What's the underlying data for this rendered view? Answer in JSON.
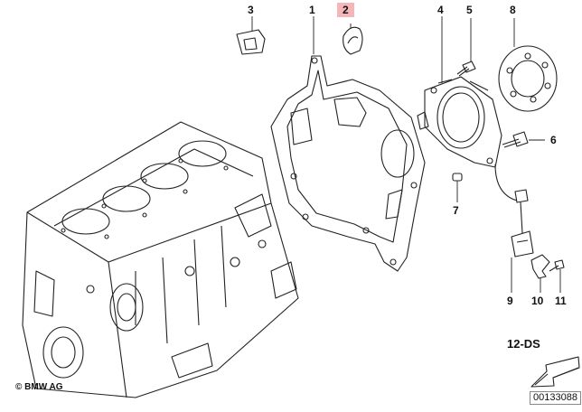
{
  "diagram": {
    "callouts": [
      {
        "id": "1",
        "label": "1"
      },
      {
        "id": "2",
        "label": "2",
        "selected": true
      },
      {
        "id": "3",
        "label": "3"
      },
      {
        "id": "4",
        "label": "4"
      },
      {
        "id": "5",
        "label": "5"
      },
      {
        "id": "6",
        "label": "6"
      },
      {
        "id": "7",
        "label": "7"
      },
      {
        "id": "8",
        "label": "8"
      },
      {
        "id": "9",
        "label": "9"
      },
      {
        "id": "10",
        "label": "10"
      },
      {
        "id": "11",
        "label": "11"
      }
    ],
    "group_code": "12-DS",
    "copyright": "© BMW AG",
    "image_number": "00133088",
    "colors": {
      "line": "#222222",
      "selected_bg": "#f4b6b6",
      "background": "#ffffff"
    }
  }
}
